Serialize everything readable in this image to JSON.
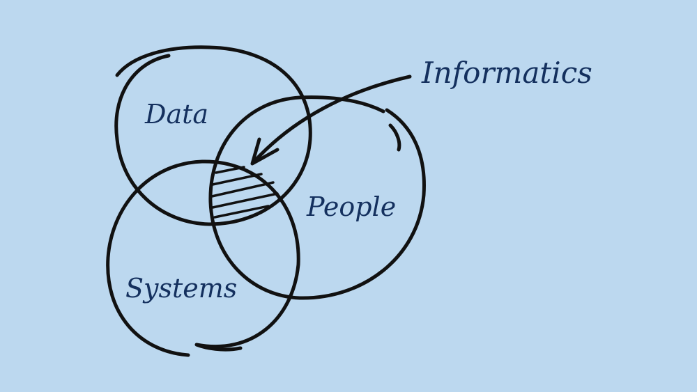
{
  "diagram": {
    "title_label": "Informatics",
    "circles": [
      {
        "label": "Data"
      },
      {
        "label": "People"
      },
      {
        "label": "Systems"
      }
    ],
    "colors": {
      "background": "#bcd8ef",
      "ink": "#111111",
      "text": "#14305e"
    }
  }
}
